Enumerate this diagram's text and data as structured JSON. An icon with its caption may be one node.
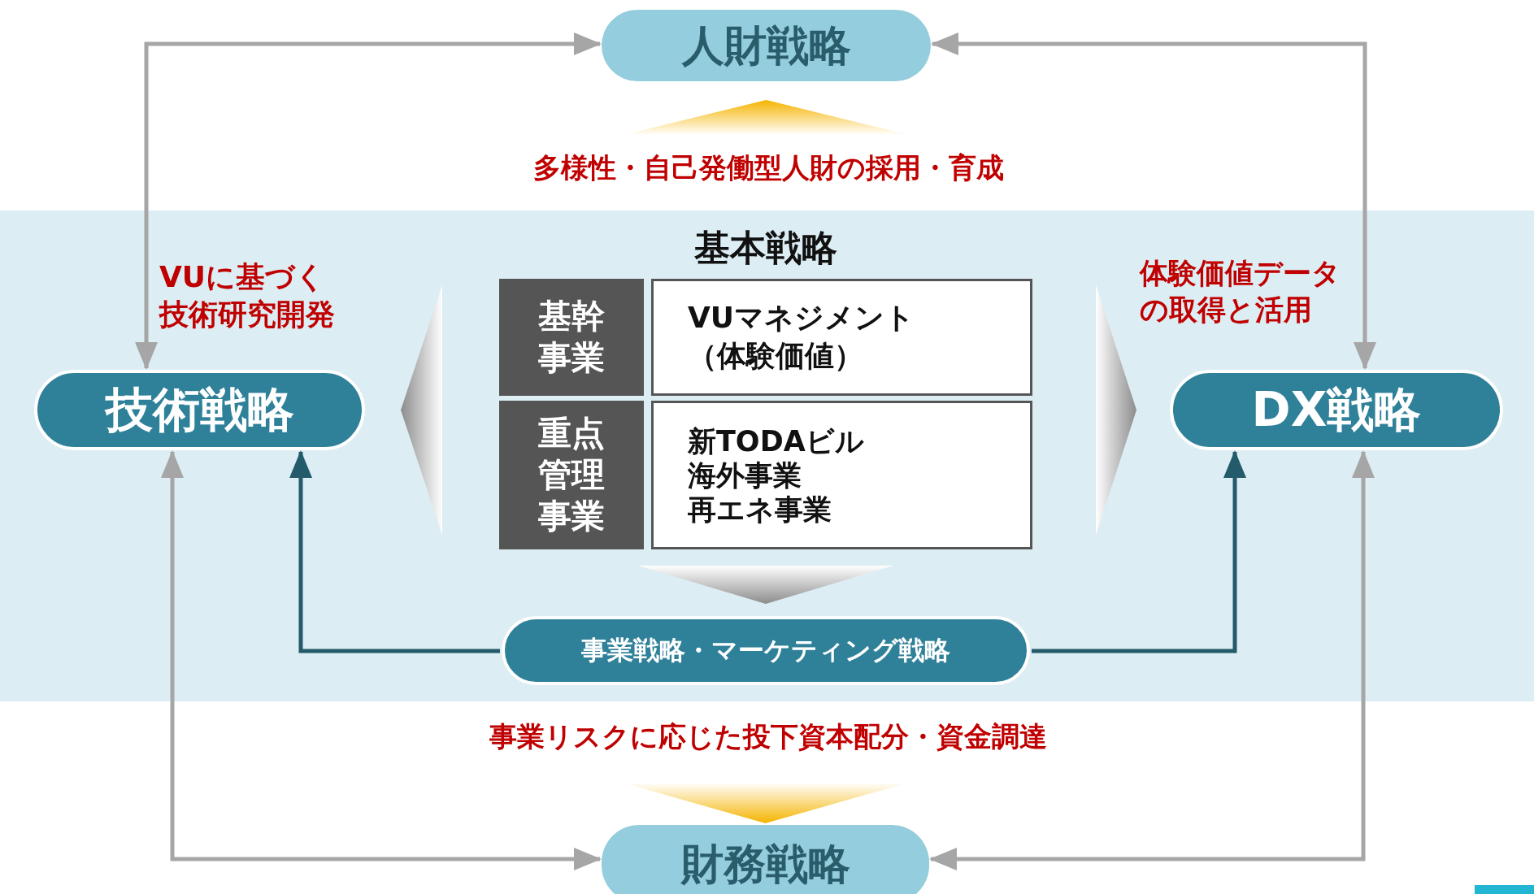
{
  "diagram": {
    "nodes": [
      {
        "text": [
          "人財戦略"
        ]
      },
      {
        "text": [
          "基本戦略"
        ]
      },
      {
        "text": [
          "基幹事業"
        ],
        "in": 1
      },
      {
        "text": [
          "VUマネジメント（体験価値）"
        ],
        "in": 1
      },
      {
        "text": [
          "重点管理事業"
        ],
        "in": 1
      },
      {
        "text": [
          "新TODAビル",
          "海外事業",
          "再エネ事業"
        ],
        "in": 1
      },
      {
        "text": [
          "技術戦略"
        ]
      },
      {
        "text": [
          "DX戦略"
        ]
      },
      {
        "text": [
          "事業戦略・マーケティング戦略"
        ]
      },
      {
        "text": [
          "財務戦略"
        ]
      }
    ],
    "edges": [
      {
        "from": 0,
        "to": 6,
        "arrow": "both"
      },
      {
        "from": 0,
        "to": 7,
        "arrow": "both"
      },
      {
        "from": 6,
        "to": 9,
        "arrow": "both"
      },
      {
        "from": 7,
        "to": 9,
        "arrow": "both"
      },
      {
        "from": 8,
        "to": 6,
        "arrow": "to",
        "color": "#245b6b"
      },
      {
        "from": 8,
        "to": 7,
        "arrow": "to",
        "color": "#245b6b"
      },
      {
        "from": null,
        "to": 0,
        "arrow": "to",
        "style": "thick",
        "color": "#f5b400"
      },
      {
        "from": null,
        "to": 9,
        "arrow": "to",
        "style": "thick",
        "color": "#f5b400"
      },
      {
        "from": 1,
        "to": 6,
        "arrow": "to",
        "style": "thick",
        "color": "#8c8c8c"
      },
      {
        "from": 1,
        "to": 7,
        "arrow": "to",
        "style": "thick",
        "color": "#8c8c8c"
      },
      {
        "from": 1,
        "to": 8,
        "arrow": "to",
        "style": "thick",
        "color": "#8c8c8c"
      }
    ],
    "labels": [
      "多様性・自己発働型人財の採用・育成",
      "VUに基づく技術研究開発",
      "体験価値データの取得と活用",
      "事業リスクに応じた投下資本配分・資金調達"
    ]
  }
}
